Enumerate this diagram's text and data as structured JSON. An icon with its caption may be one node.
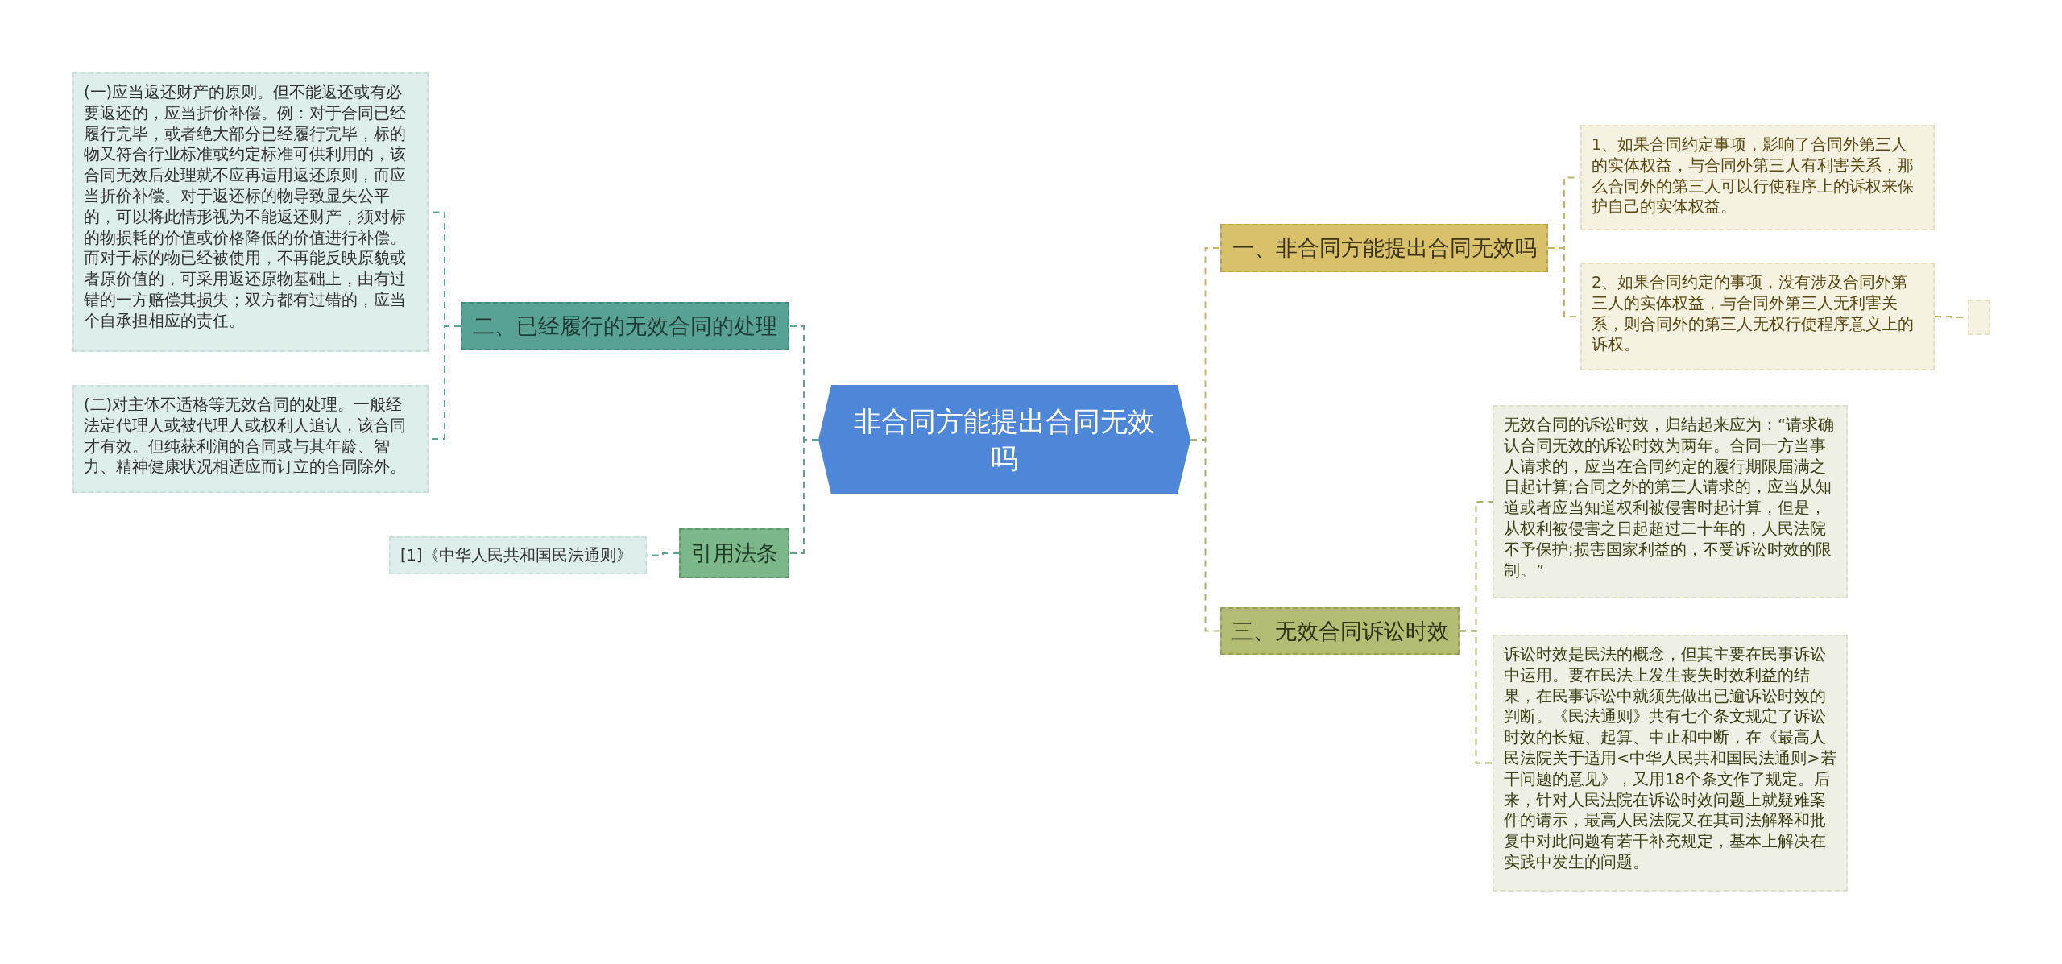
{
  "diagram": {
    "nodes": [
      {
        "text": [
          "非合同方能提出合同无效吗"
        ]
      },
      {
        "text": [
          "二、已经履行的无效合同的处理"
        ]
      },
      {
        "text": [
          "(一)应当返还财产的原则。但不能返还或有必要返还的，应当折价补偿。例：对于合同已经履行完毕，或者绝大部分已经履行完毕，标的物又符合行业标准或约定标准可供利用的，该合同无效后处理就不应再适用返还原则，而应当折价补偿。对于返还标的物导致显失公平的，可以将此情形视为不能返还财产，须对标的物损耗的价值或价格降低的价值进行补偿。而对于标的物已经被使用，不再能反映原貌或者原价值的，可采用返还原物基础上，由有过错的一方赔偿其损失；双方都有过错的，应当个自承担相应的责任。"
        ]
      },
      {
        "text": [
          "(二)对主体不适格等无效合同的处理。一般经法定代理人或被代理人或权利人追认，该合同才有效。但纯获利润的合同或与其年龄、智力、精神健康状况相适应而订立的合同除外。"
        ]
      },
      {
        "text": [
          "引用法条"
        ]
      },
      {
        "text": [
          "[1]《中华人民共和国民法通则》"
        ]
      },
      {
        "text": [
          "一、非合同方能提出合同无效吗"
        ]
      },
      {
        "text": [
          "1、如果合同约定事项，影响了合同外第三人的实体权益，与合同外第三人有利害关系，那么合同外的第三人可以行使程序上的诉权来保护自己的实体权益。"
        ]
      },
      {
        "text": [
          "2、如果合同约定的事项，没有涉及合同外第三人的实体权益，与合同外第三人无利害关系，则合同外的第三人无权行使程序意义上的诉权。"
        ]
      },
      {
        "text": [],
        "shape": "box"
      },
      {
        "text": [
          "三、无效合同诉讼时效"
        ]
      },
      {
        "text": [
          "无效合同的诉讼时效，归结起来应为：“请求确认合同无效的诉讼时效为两年。合同一方当事人请求的，应当在合同约定的履行期限届满之日起计算;合同之外的第三人请求的，应当从知道或者应当知道权利被侵害时起计算，但是，从权利被侵害之日起超过二十年的，人民法院不予保护;损害国家利益的，不受诉讼时效的限制。”"
        ]
      },
      {
        "text": [
          "诉讼时效是民法的概念，但其主要在民事诉讼中运用。要在民法上发生丧失时效利益的结果，在民事诉讼中就须先做出已逾诉讼时效的判断。《民法通则》共有七个条文规定了诉讼时效的长短、起算、中止和中断，在《最高人民法院关于适用<中华人民共和国民法通则>若干问题的意见》，又用18个条文作了规定。后来，针对人民法院在诉讼时效问题上就疑难案件的请示，最高人民法院又在其司法解释和批复中对此问题有若干补充规定，基本上解决在实践中发生的问题。"
        ]
      }
    ],
    "edges": [
      {
        "from": 0,
        "to": 1,
        "arrow": "none",
        "color": "#5ba392"
      },
      {
        "from": 1,
        "to": 2,
        "arrow": "none",
        "color": "#5ba392"
      },
      {
        "from": 1,
        "to": 3,
        "arrow": "none",
        "color": "#5ba392"
      },
      {
        "from": 0,
        "to": 4,
        "arrow": "none",
        "color": "#5ba392"
      },
      {
        "from": 4,
        "to": 5,
        "arrow": "none",
        "color": "#5ba392"
      },
      {
        "from": 0,
        "to": 6,
        "arrow": "none",
        "color": "#c9b463"
      },
      {
        "from": 6,
        "to": 7,
        "arrow": "none",
        "color": "#c9b463"
      },
      {
        "from": 6,
        "to": 8,
        "arrow": "none",
        "color": "#c9b463"
      },
      {
        "from": 8,
        "to": 9,
        "arrow": "none",
        "color": "#c9b463"
      },
      {
        "from": 0,
        "to": 10,
        "arrow": "none",
        "color": "#a8b26a"
      },
      {
        "from": 10,
        "to": 11,
        "arrow": "none",
        "color": "#a8b26a"
      },
      {
        "from": 10,
        "to": 12,
        "arrow": "none",
        "color": "#a8b26a"
      }
    ]
  }
}
